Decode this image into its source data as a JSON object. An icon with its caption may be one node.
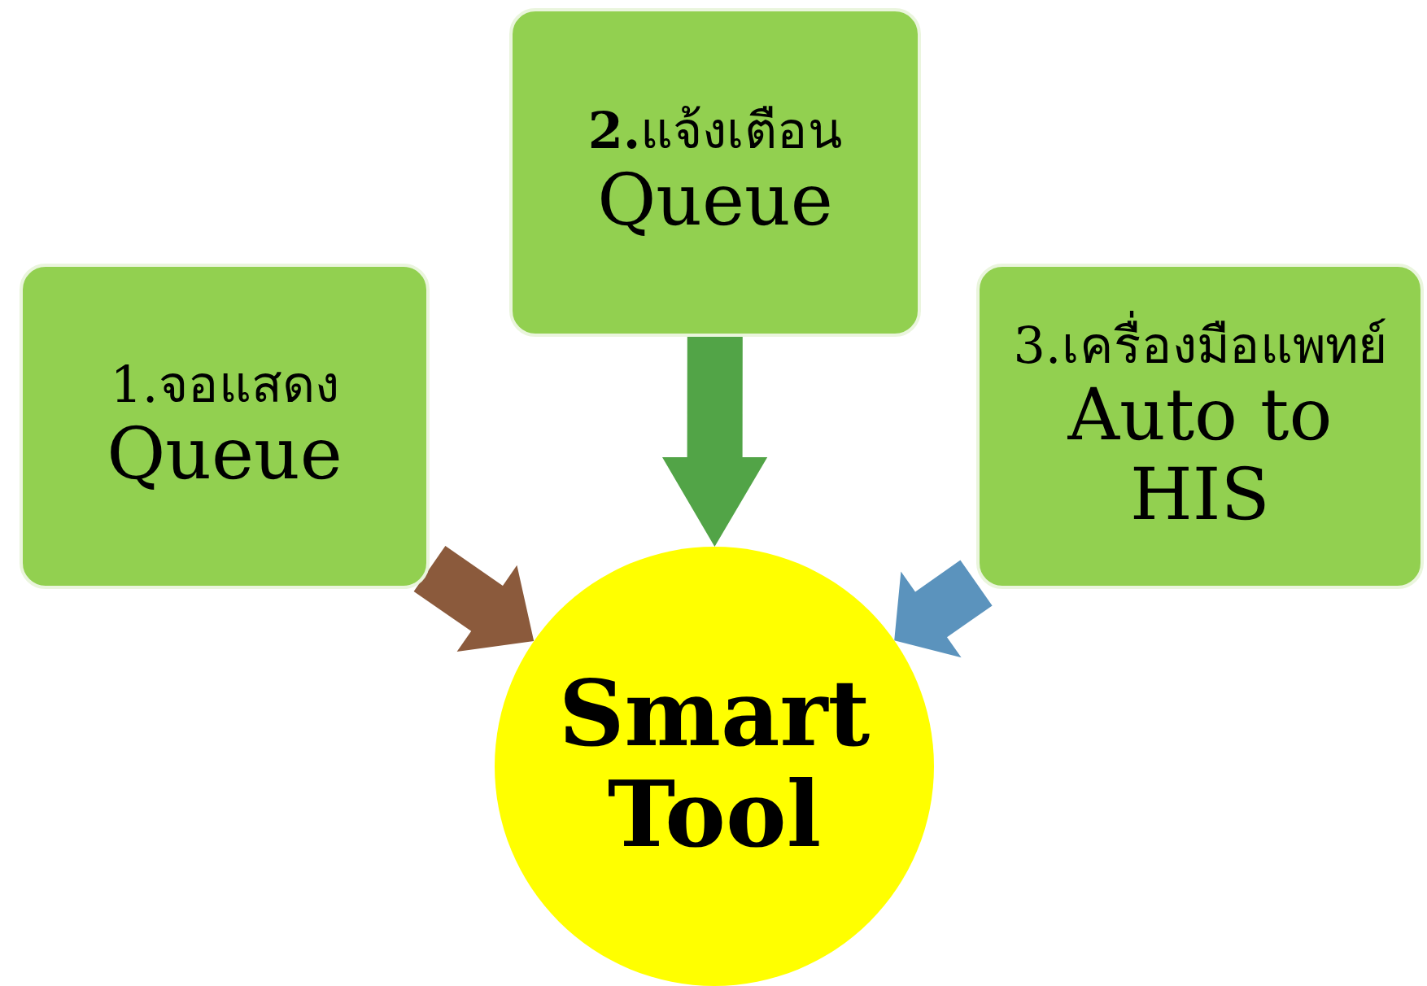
{
  "diagram": {
    "nodes": [
      {
        "text": [
          "1.จอแสดง",
          "Queue"
        ]
      },
      {
        "text": [
          "**2.**แจ้งเตือน",
          "Queue"
        ]
      },
      {
        "text": [
          "3.เครื่องมือแพทย์",
          "Auto to HIS"
        ]
      },
      {
        "text": [
          "Smart Tool"
        ]
      }
    ],
    "edges": [
      {
        "from": 0,
        "to": 3,
        "arrow": "to",
        "style": "thick",
        "color": "#8b5a3c"
      },
      {
        "from": 1,
        "to": 3,
        "arrow": "to",
        "style": "thick",
        "color": "#52a447"
      },
      {
        "from": 2,
        "to": 3,
        "arrow": "to",
        "style": "thick",
        "color": "#5b93bd"
      }
    ]
  }
}
